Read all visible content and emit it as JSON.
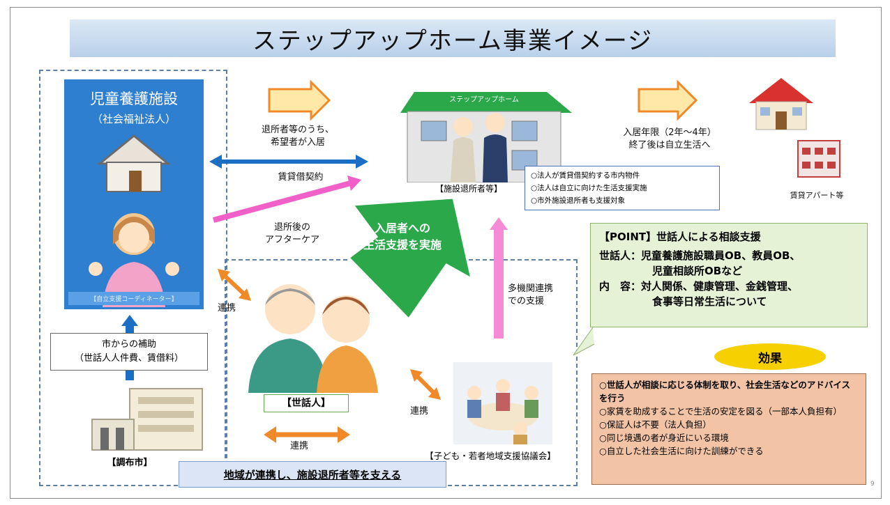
{
  "title": "ステップアップホーム事業イメージ",
  "facility": {
    "name": "児童養護施設",
    "type": "（社会福祉法人）",
    "coordinator": "【自立支援コーディネーター】"
  },
  "stepup_home": {
    "sign": "ステップアップホーム",
    "residents_label": "【施設退所者等】",
    "notes": [
      "○法人が賃貸借契約する市内物件",
      "○法人は自立に向けた生活支援実施",
      "○市外施設退所者も支援対象"
    ]
  },
  "arrows": {
    "entry": "退所者等のうち、\n希望者が入居",
    "lease": "賃貸借契約",
    "aftercare": "退所後の\nアフターケア",
    "support": "入居者への\n生活支援を実施",
    "renkei_left": "連携",
    "renkei_mid": "連携",
    "renkei_bottom": "連携",
    "multi_agency": "多機関連携\nでの支援",
    "move_out": "入居年限（2年～4年）\n終了後は自立生活へ"
  },
  "apartment_label": "賃貸アパート等",
  "city": {
    "support": "市からの補助\n（世話人人件費、賃借料）",
    "label": "【調布市】"
  },
  "caretaker_label": "【世話人】",
  "council_label": "【子ども・若者地域支援協議会】",
  "point": {
    "heading": "【POINT】世話人による相談支援",
    "caretaker_key": "世話人：",
    "caretaker_val": "児童養護施設職員OB、教員OB、",
    "caretaker_val2": "児童相談所OBなど",
    "content_key": "内　容：",
    "content_val": "対人関係、健康管理、金銭管理、",
    "content_val2": "食事等日常生活について"
  },
  "effect": {
    "label": "効果",
    "items": [
      "○世話人が相談に応じる体制を取り、社会生活などのアドバイスを行う",
      "○家賃を助成することで生活の安定を図る（一部本人負担有）",
      "○保証人は不要（法人負担）",
      "○同じ境遇の者が身近にいる環境",
      "○自立した社会生活に向けた訓練ができる"
    ]
  },
  "bottom": "地域が連携し、施設退所者等を支える",
  "page_no": "9",
  "colors": {
    "facility_blue": "#2f7fd1",
    "arrow_orange": "#f08a28",
    "arrow_pink": "#f060c8",
    "arrow_blue": "#1a6fc4",
    "arrow_green": "#2aa84a",
    "effect_yellow": "#f7d000"
  }
}
